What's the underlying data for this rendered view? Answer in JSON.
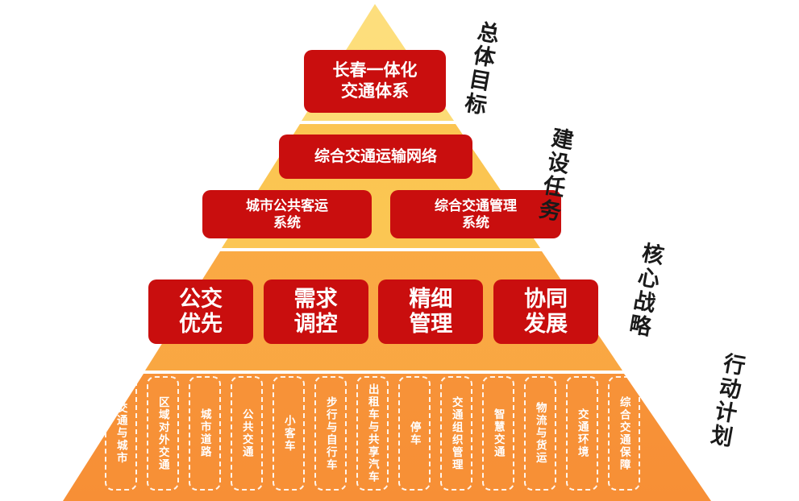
{
  "goal": {
    "side_label": "总体目标",
    "box": {
      "line1": "长春一体化",
      "line2": "交通体系"
    }
  },
  "tasks": {
    "side_label": "建设任务",
    "network_box": "综合交通运输网络",
    "system_boxes": [
      {
        "line1": "城市公共客运",
        "line2": "系统"
      },
      {
        "line1": "综合交通管理",
        "line2": "系统"
      }
    ]
  },
  "strategies": {
    "side_label": "核心战略",
    "items": [
      {
        "line1": "公交",
        "line2": "优先"
      },
      {
        "line1": "需求",
        "line2": "调控"
      },
      {
        "line1": "精细",
        "line2": "管理"
      },
      {
        "line1": "协同",
        "line2": "发展"
      }
    ]
  },
  "actions": {
    "side_label": "行动计划",
    "items": [
      "交通与城市",
      "区域对外交通",
      "城市道路",
      "公共交通",
      "小客车",
      "步行与自行车",
      "出租车与共享汽车",
      "停车",
      "交通组织管理",
      "智慧交通",
      "物流与货运",
      "交通环境",
      "综合交通保障"
    ]
  },
  "colors": {
    "tier_goal": "#fbcf5c",
    "tier_tasks": "#fbc350",
    "tier_strategy": "#f9a440",
    "tier_actions": "#f78f36",
    "box_red": "#c90e0e",
    "box_text": "#ffffff",
    "side_label_text": "#1a1a1a"
  }
}
